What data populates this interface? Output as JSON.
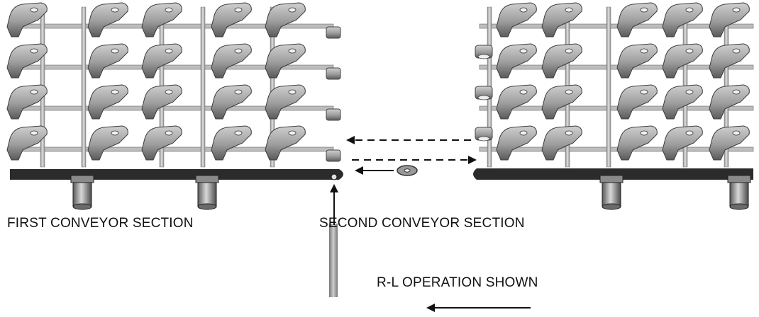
{
  "labels": {
    "first_section": "FIRST CONVEYOR SECTION",
    "second_section": "SECOND CONVEYOR SECTION",
    "operation": "R-L OPERATION SHOWN"
  },
  "colors": {
    "background": "#ffffff",
    "module_fill": "#a9a9a9",
    "module_dark": "#4a4a4a",
    "rail": "#2b2b2b",
    "text": "#111111"
  }
}
